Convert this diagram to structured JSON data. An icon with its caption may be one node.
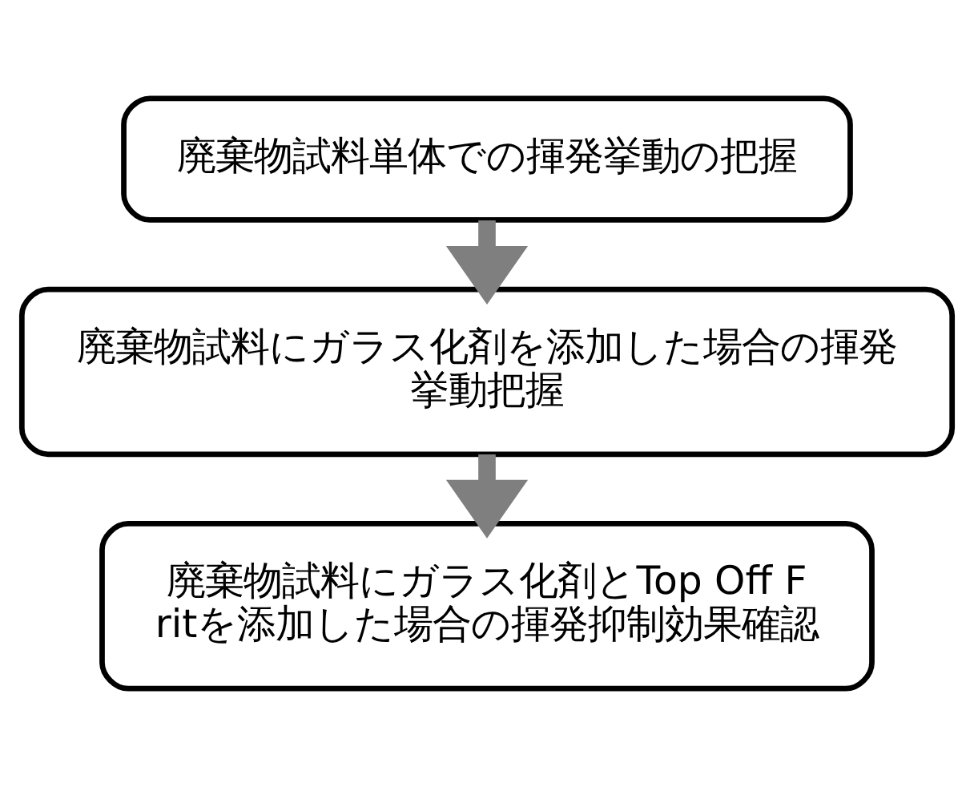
{
  "diagram": {
    "nodes": [
      {
        "text": [
          "廃棄物試料単体での揮発挙動の把握"
        ]
      },
      {
        "text": [
          "廃棄物試料にガラス化剤を添加した場合の揮発挙動把握"
        ]
      },
      {
        "text": [
          "廃棄物試料にガラス化剤とTop Off Fritを添加した場合の揮発抑制効果確認"
        ]
      }
    ],
    "edges": [
      {
        "from": 0,
        "to": 1,
        "arrow": "to"
      },
      {
        "from": 1,
        "to": 2,
        "arrow": "to"
      }
    ]
  }
}
